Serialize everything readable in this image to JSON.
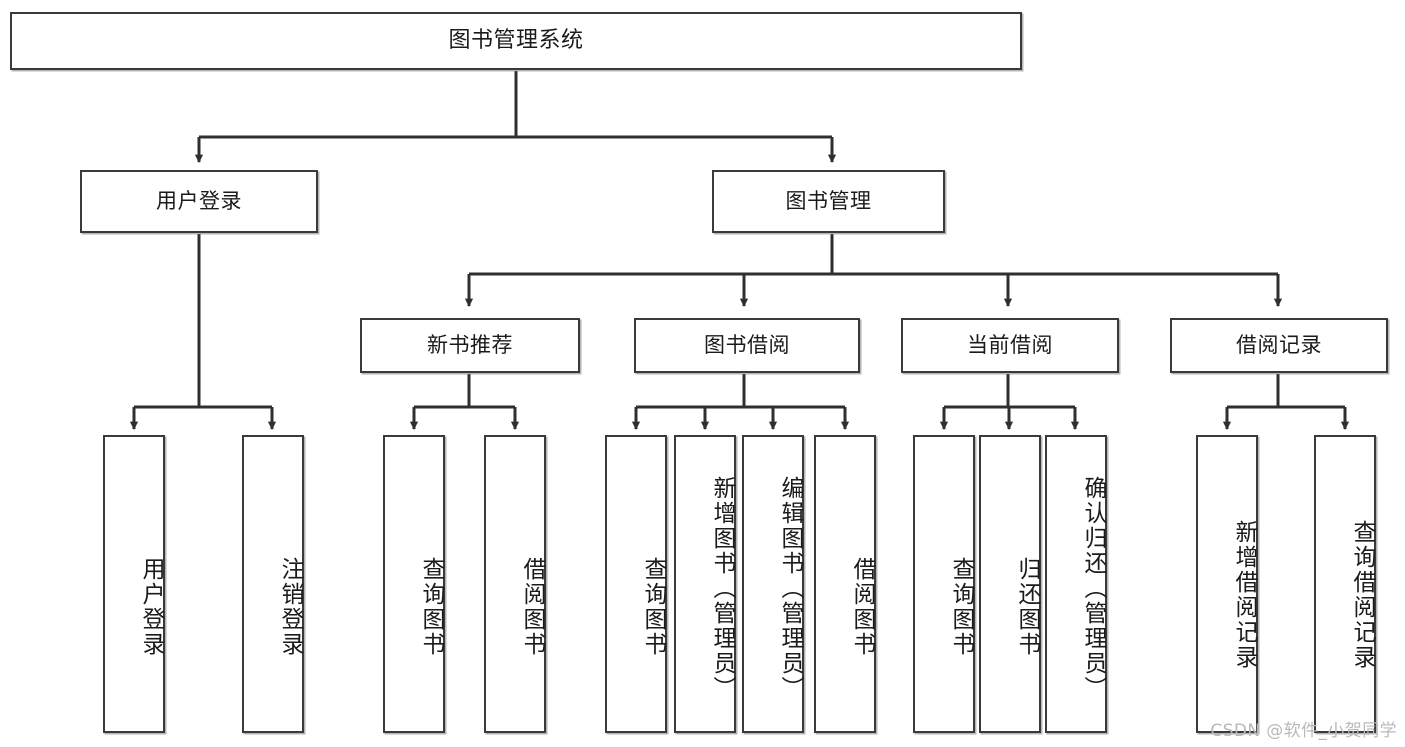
{
  "diagram": {
    "type": "tree",
    "title": "图书管理系统",
    "watermark": "CSDN @软件_小贺同学",
    "colors": {
      "stroke": "#3a3a3a",
      "fill": "#ffffff",
      "text": "#1b1b1b",
      "watermark": "#b9b9b9"
    },
    "levels": {
      "root": "图书管理系统",
      "level2": [
        "用户登录",
        "图书管理"
      ],
      "level3": [
        "新书推荐",
        "图书借阅",
        "当前借阅",
        "借阅记录"
      ]
    },
    "nodes": {
      "root": {
        "label": "图书管理系统"
      },
      "user_login": {
        "label": "用户登录"
      },
      "book_manage": {
        "label": "图书管理"
      },
      "new_book_rec": {
        "label": "新书推荐"
      },
      "book_borrow": {
        "label": "图书借阅"
      },
      "current_borrow": {
        "label": "当前借阅"
      },
      "borrow_record": {
        "label": "借阅记录"
      },
      "leaf_user_login": {
        "label": "用户登录"
      },
      "leaf_user_logout": {
        "label": "注销登录"
      },
      "leaf_query_book_1": {
        "label": "查询图书"
      },
      "leaf_borrow_book_1": {
        "label": "借阅图书"
      },
      "leaf_query_book_2": {
        "label": "查询图书"
      },
      "leaf_add_book": {
        "label": "新增图书（管理员）"
      },
      "leaf_edit_book": {
        "label": "编辑图书（管理员）"
      },
      "leaf_borrow_book_2": {
        "label": "借阅图书"
      },
      "leaf_query_book_3": {
        "label": "查询图书"
      },
      "leaf_return_book": {
        "label": "归还图书"
      },
      "leaf_confirm_return": {
        "label": "确认归还（管理员）"
      },
      "leaf_add_record": {
        "label": "新增借阅记录"
      },
      "leaf_query_record": {
        "label": "查询借阅记录"
      }
    },
    "edges": [
      {
        "from": "root",
        "to": "user_login"
      },
      {
        "from": "root",
        "to": "book_manage"
      },
      {
        "from": "user_login",
        "to": "leaf_user_login"
      },
      {
        "from": "user_login",
        "to": "leaf_user_logout"
      },
      {
        "from": "book_manage",
        "to": "new_book_rec"
      },
      {
        "from": "book_manage",
        "to": "book_borrow"
      },
      {
        "from": "book_manage",
        "to": "current_borrow"
      },
      {
        "from": "book_manage",
        "to": "borrow_record"
      },
      {
        "from": "new_book_rec",
        "to": "leaf_query_book_1"
      },
      {
        "from": "new_book_rec",
        "to": "leaf_borrow_book_1"
      },
      {
        "from": "book_borrow",
        "to": "leaf_query_book_2"
      },
      {
        "from": "book_borrow",
        "to": "leaf_add_book"
      },
      {
        "from": "book_borrow",
        "to": "leaf_edit_book"
      },
      {
        "from": "book_borrow",
        "to": "leaf_borrow_book_2"
      },
      {
        "from": "current_borrow",
        "to": "leaf_query_book_3"
      },
      {
        "from": "current_borrow",
        "to": "leaf_return_book"
      },
      {
        "from": "current_borrow",
        "to": "leaf_confirm_return"
      },
      {
        "from": "borrow_record",
        "to": "leaf_add_record"
      },
      {
        "from": "borrow_record",
        "to": "leaf_query_record"
      }
    ]
  }
}
